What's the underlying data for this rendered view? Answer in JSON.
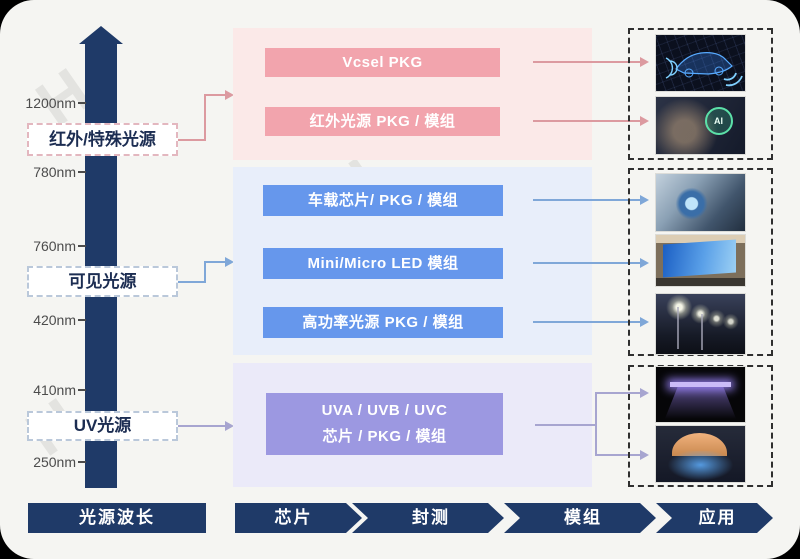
{
  "axis": {
    "title": "光源波长",
    "ticks": [
      "1200nm",
      "780nm",
      "760nm",
      "420nm",
      "410nm",
      "250nm"
    ],
    "bands": {
      "infrared": "红外/特殊光源",
      "visible": "可见光源",
      "uv": "UV光源"
    }
  },
  "panels": {
    "infrared": {
      "bg": "#fbe9e8",
      "button_bg": "#f2a4ad",
      "buttons": [
        "Vcsel PKG",
        "红外光源 PKG / 模组"
      ]
    },
    "visible": {
      "bg": "#e8eefa",
      "button_bg": "#6697ec",
      "buttons": [
        "车载芯片/ PKG / 模组",
        "Mini/Micro LED 模组",
        "高功率光源 PKG / 模组"
      ]
    },
    "uv": {
      "bg": "#ebeaf9",
      "button_bg": "#9c98e1",
      "button_line1": "UVA / UVB / UVC",
      "button_line2": "芯片 / PKG / 模组"
    }
  },
  "applications": {
    "infrared_images": [
      "lidar-car-image",
      "ai-face-recognition-image"
    ],
    "visible_images": [
      "car-headlight-image",
      "led-display-image",
      "street-light-image"
    ],
    "uv_images": [
      "uv-curing-lamp-image",
      "uv-phototherapy-image"
    ],
    "ai_badge": "AI"
  },
  "process_steps": [
    "芯片",
    "封测",
    "模组",
    "应用"
  ],
  "colors": {
    "navy": "#1f3a68",
    "card_bg": "#f5f5f2",
    "pink_connector": "#dc9aa0",
    "blue_connector": "#7fa7d8",
    "purple_connector": "#a7a5d0",
    "dashed_box_border": "#2f2f2f"
  }
}
